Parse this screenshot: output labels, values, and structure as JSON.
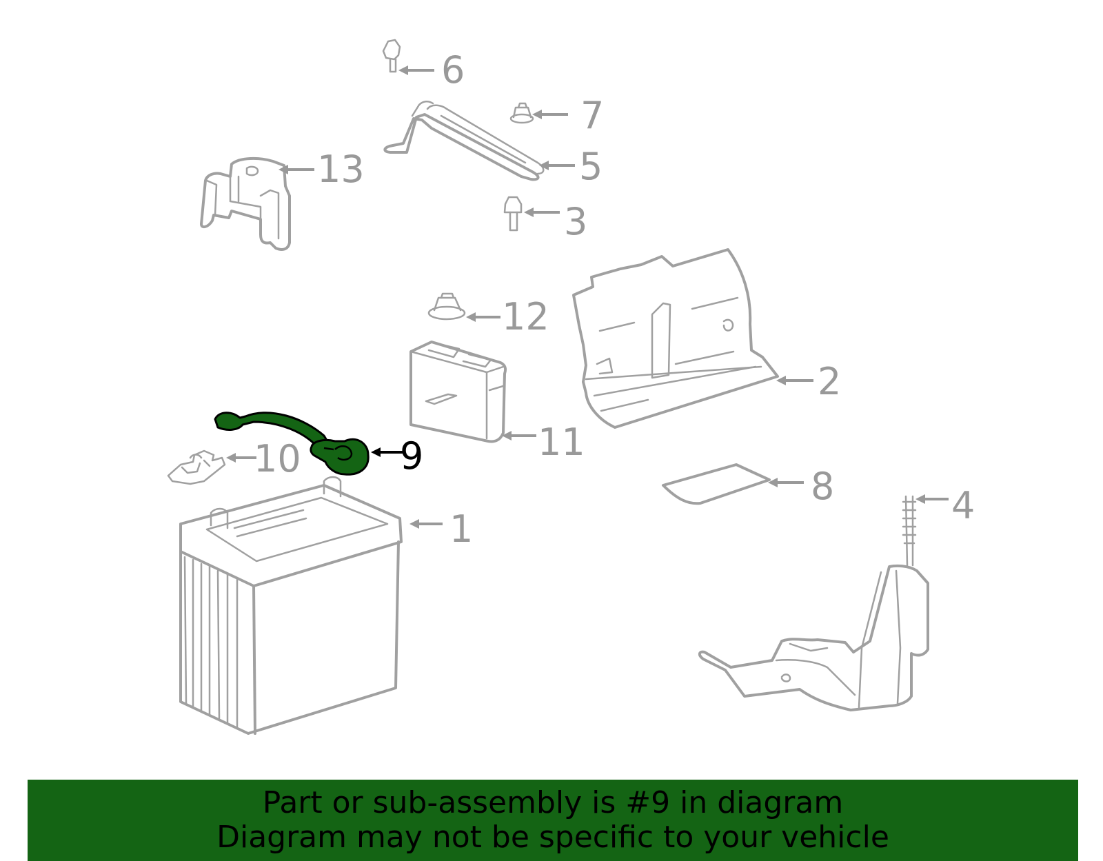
{
  "colors": {
    "highlight": "#146414",
    "banner": "#146414",
    "part_stroke": "#a0a0a0",
    "label_inactive": "#999999",
    "label_active": "#000000"
  },
  "highlighted_part": "9",
  "callouts": [
    {
      "id": "c6",
      "label": "6"
    },
    {
      "id": "c7",
      "label": "7"
    },
    {
      "id": "c13",
      "label": "13"
    },
    {
      "id": "c5",
      "label": "5"
    },
    {
      "id": "c3",
      "label": "3"
    },
    {
      "id": "c12",
      "label": "12"
    },
    {
      "id": "c2",
      "label": "2"
    },
    {
      "id": "c11",
      "label": "11"
    },
    {
      "id": "c9",
      "label": "9"
    },
    {
      "id": "c10",
      "label": "10"
    },
    {
      "id": "c8",
      "label": "8"
    },
    {
      "id": "c4",
      "label": "4"
    },
    {
      "id": "c1",
      "label": "1"
    }
  ],
  "banner": {
    "line1": "Part or sub-assembly is #9 in diagram",
    "line2": "Diagram may not be specific to your vehicle"
  }
}
